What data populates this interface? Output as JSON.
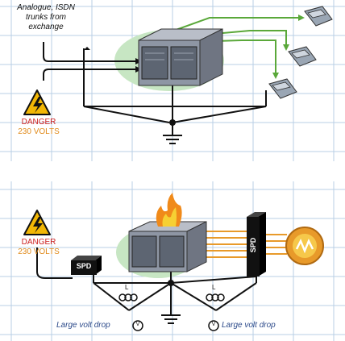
{
  "top_panel": {
    "trunks_label_line1": "Analogue, ISDN",
    "trunks_label_line2": "trunks from",
    "trunks_label_line3": "exchange",
    "danger_title": "DANGER",
    "danger_voltage": "230 VOLTS"
  },
  "bottom_panel": {
    "danger_title": "DANGER",
    "danger_voltage": "230 VOLTS",
    "spd_left_label": "SPD",
    "spd_right_label": "SPD",
    "inductor_label_left": "L",
    "inductor_label_right": "L",
    "voltmeter_left": "V",
    "voltmeter_right": "V",
    "volt_drop_left": "Large volt drop",
    "volt_drop_right": "Large volt drop"
  },
  "colors": {
    "grid": "#b9cfe6",
    "danger_text": "#cc1f1f",
    "voltage_text": "#e08a1a",
    "signal_green": "#5aa83a",
    "volt_drop_text": "#2c4a8a",
    "spd_fill": "#111111"
  }
}
